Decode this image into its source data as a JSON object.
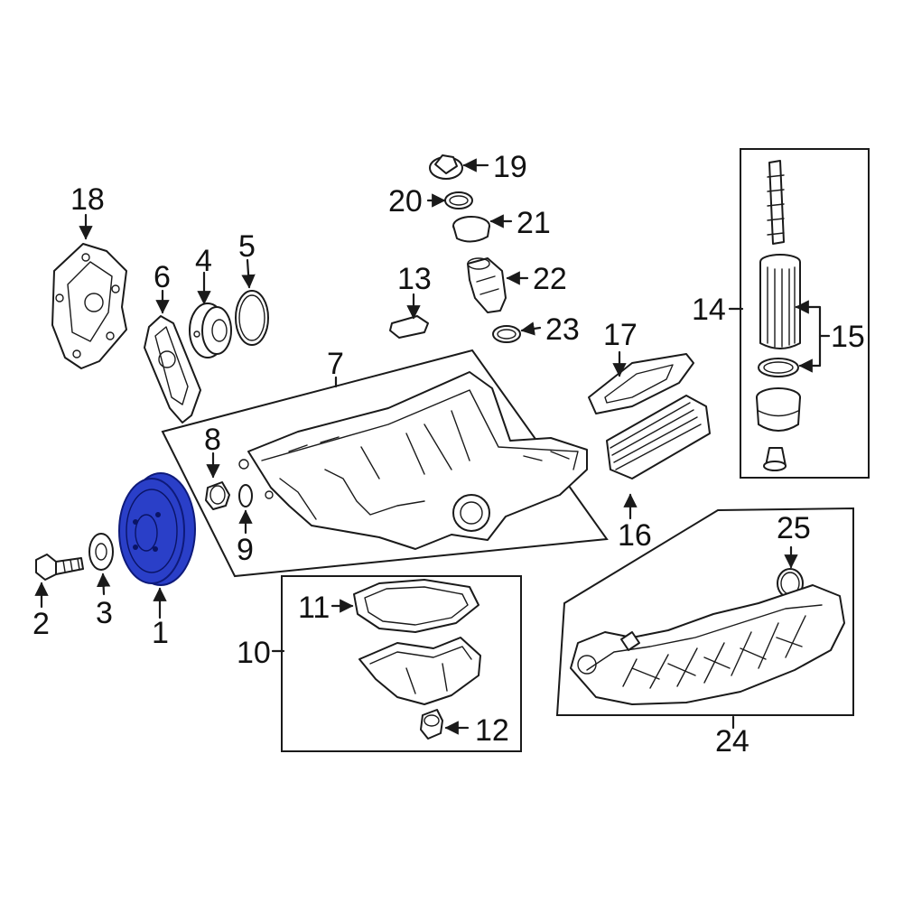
{
  "diagram": {
    "highlight_color": "#2a3fc8",
    "highlighted_part": "1",
    "callouts": {
      "c1": "1",
      "c2": "2",
      "c3": "3",
      "c4": "4",
      "c5": "5",
      "c6": "6",
      "c7": "7",
      "c8": "8",
      "c9": "9",
      "c10": "10",
      "c11": "11",
      "c12": "12",
      "c13": "13",
      "c14": "14",
      "c15": "15",
      "c16": "16",
      "c17": "17",
      "c18": "18",
      "c19": "19",
      "c20": "20",
      "c21": "21",
      "c22": "22",
      "c23": "23",
      "c24": "24",
      "c25": "25"
    }
  }
}
